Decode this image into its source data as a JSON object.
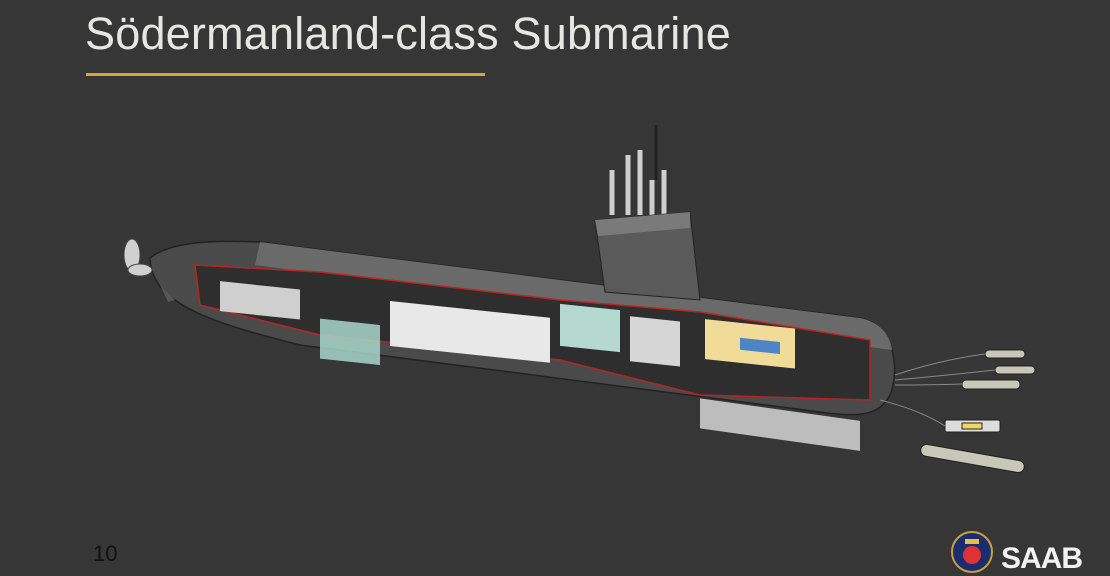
{
  "slide": {
    "title": "Södermanland-class Submarine",
    "page_number": "10",
    "accent_color": "#e2a232",
    "background_color": "#363636"
  },
  "logo": {
    "brand": "SAAB"
  },
  "illustration": {
    "subject": "submarine-cutaway"
  }
}
